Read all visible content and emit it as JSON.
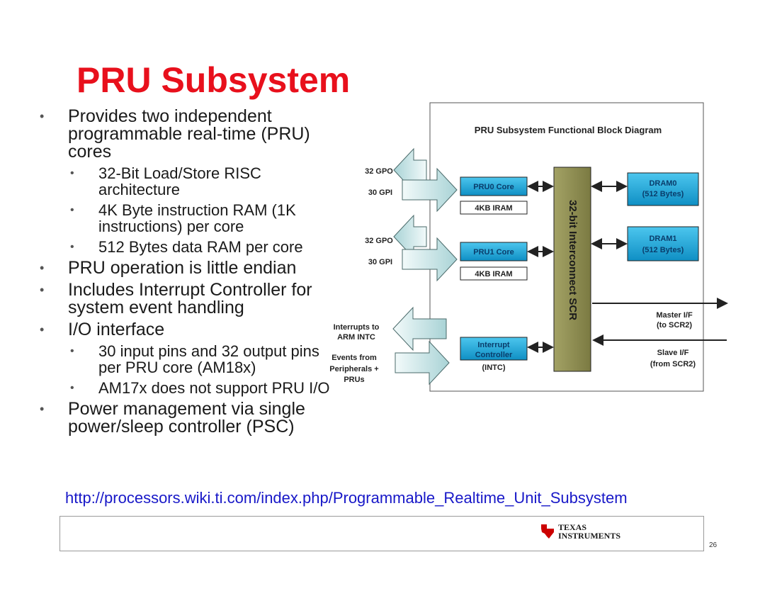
{
  "slide": {
    "title": "PRU Subsystem",
    "bullets": [
      {
        "text": "Provides two independent programmable real-time (PRU) cores",
        "sub": [
          "32-Bit Load/Store RISC architecture",
          "4K Byte instruction RAM (1K instructions) per core",
          "512 Bytes data RAM per core"
        ]
      },
      {
        "text": "PRU operation is little endian",
        "sub": []
      },
      {
        "text": "Includes Interrupt Controller for system event handling",
        "sub": []
      },
      {
        "text": "I/O interface",
        "sub": [
          "30 input pins and 32 output pins per PRU core (AM18x)",
          "AM17x does not support PRU I/O"
        ]
      },
      {
        "text": "Power management via single power/sleep controller (PSC)",
        "sub": []
      }
    ],
    "url": "http://processors.wiki.ti.com/index.php/Programmable_Realtime_Unit_Subsystem",
    "page_number": "26",
    "logo": {
      "line1": "TEXAS",
      "line2": "INSTRUMENTS"
    }
  },
  "diagram": {
    "title": "PRU Subsystem Functional Block Diagram",
    "pru0_core": "PRU0 Core",
    "pru0_iram": "4KB IRAM",
    "pru1_core": "PRU1 Core",
    "pru1_iram": "4KB IRAM",
    "intc_line1": "Interrupt",
    "intc_line2": "Controller",
    "intc_line3": "(INTC)",
    "interconnect": "32-bit Interconnect SCR",
    "dram0_line1": "DRAM0",
    "dram0_line2": "(512 Bytes)",
    "dram1_line1": "DRAM1",
    "dram1_line2": "(512 Bytes)",
    "master_line1": "Master I/F",
    "master_line2": "(to SCR2)",
    "slave_line1": "Slave I/F",
    "slave_line2": "(from SCR2)",
    "gpo0": "32 GPO",
    "gpi0": "30 GPI",
    "gpo1": "32 GPO",
    "gpi1": "30 GPI",
    "int_out_line1": "Interrupts to",
    "int_out_line2": "ARM INTC",
    "int_in_line1": "Events from",
    "int_in_line2": "Peripherals +",
    "int_in_line3": "PRUs"
  },
  "colors": {
    "title": "#e8101c",
    "url": "#1818c8",
    "block_cyan": "#19a6d6",
    "interconnect": "#8f8e52",
    "arrow_fill": "#d4eaea"
  }
}
